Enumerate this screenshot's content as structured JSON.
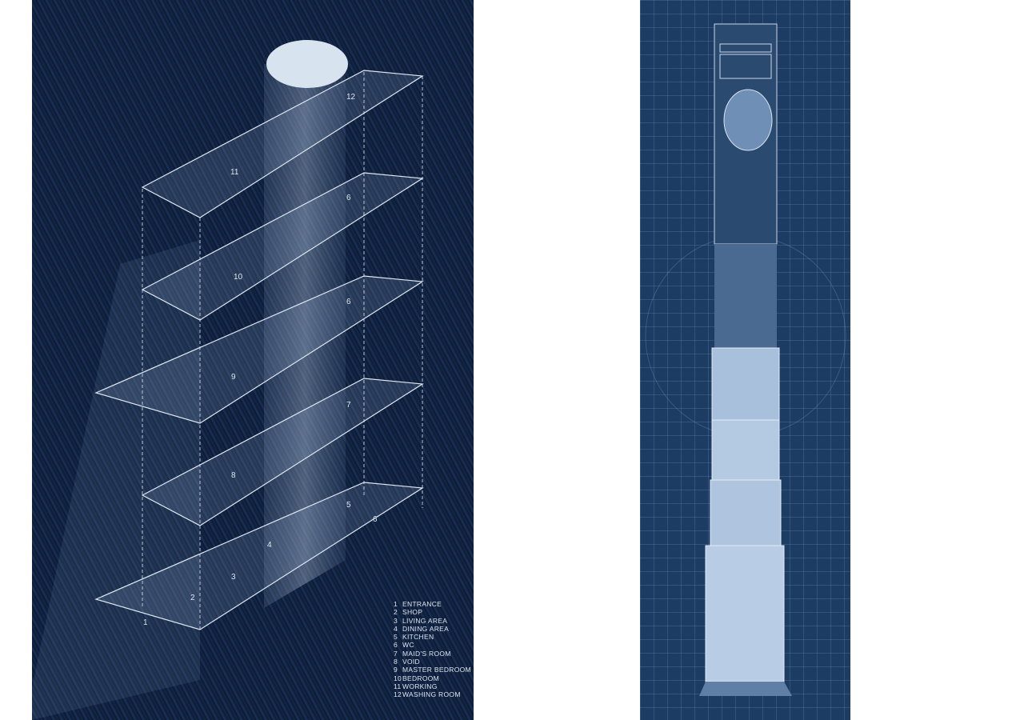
{
  "axonometric": {
    "room_labels": [
      {
        "n": "12"
      },
      {
        "n": "11"
      },
      {
        "n": "6"
      },
      {
        "n": "10"
      },
      {
        "n": "6"
      },
      {
        "n": "9"
      },
      {
        "n": "7"
      },
      {
        "n": "8"
      },
      {
        "n": "5"
      },
      {
        "n": "6"
      },
      {
        "n": "4"
      },
      {
        "n": "3"
      },
      {
        "n": "2"
      },
      {
        "n": "1"
      }
    ],
    "legend": [
      {
        "num": "1",
        "label": "ENTRANCE"
      },
      {
        "num": "2",
        "label": "SHOP"
      },
      {
        "num": "3",
        "label": "LIVING AREA"
      },
      {
        "num": "4",
        "label": "DINING AREA"
      },
      {
        "num": "5",
        "label": "KITCHEN"
      },
      {
        "num": "6",
        "label": "WC"
      },
      {
        "num": "7",
        "label": "MAID'S ROOM"
      },
      {
        "num": "8",
        "label": "VOID"
      },
      {
        "num": "9",
        "label": "MASTER BEDROOM"
      },
      {
        "num": "10",
        "label": "BEDROOM"
      },
      {
        "num": "11",
        "label": "WORKING"
      },
      {
        "num": "12",
        "label": "WASHING ROOM"
      }
    ]
  },
  "colors": {
    "left_bg": "#0f2040",
    "right_bg": "#1d3c63",
    "line": "#dfe8f5"
  }
}
